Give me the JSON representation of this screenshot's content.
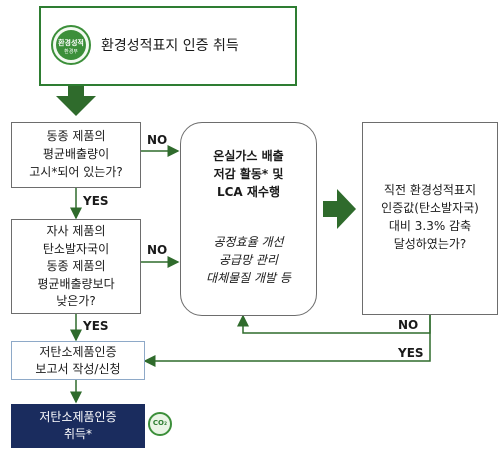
{
  "start": {
    "title": "환경성적표지 인증 취득",
    "logo_text_top": "환경성적",
    "logo_text_bottom": "환경부"
  },
  "q1": {
    "line1": "동종 제품의",
    "line2": "평균배출량이",
    "line3": "고시*되어 있는가?"
  },
  "q2": {
    "line1": "자사 제품의",
    "line2": "탄소발자국이",
    "line3": "동종 제품의",
    "line4": "평균배출량보다",
    "line5": "낮은가?"
  },
  "center": {
    "bold1": "온실가스 배출",
    "bold2": "저감 활동* 및",
    "bold3": "LCA 재수행",
    "ital1": "공정효율 개선",
    "ital2": "공급망 관리",
    "ital3": "대체물질 개발 등"
  },
  "q3": {
    "line1": "직전 환경성적표지",
    "line2": "인증값(탄소발자국)",
    "line3": "대비 3.3% 감축",
    "line4": "달성하였는가?"
  },
  "report": {
    "line1": "저탄소제품인증",
    "line2": "보고서 작성/신청"
  },
  "final": {
    "line1": "저탄소제품인증",
    "line2": "취득*",
    "logo_text": "CO₂"
  },
  "labels": {
    "no1": "NO",
    "yes1": "YES",
    "no2": "NO",
    "yes2": "YES",
    "no3": "NO",
    "yes3": "YES"
  },
  "colors": {
    "green_border": "#2e7d32",
    "green_arrow": "#2f6b2c",
    "blue_border": "#8ea9c8",
    "navy": "#1a2c5e"
  }
}
